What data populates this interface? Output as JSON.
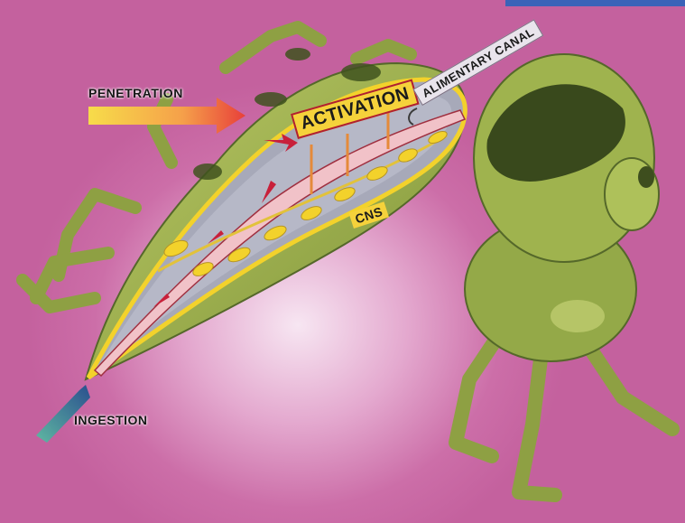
{
  "labels": {
    "penetration": "PENETRATION",
    "activation": "ACTIVATION",
    "alimentary_canal": "ALIMENTARY CANAL",
    "cns": "CNS",
    "ingestion": "INGESTION"
  },
  "colors": {
    "background": "#c9679f",
    "insect_body": "#9bb04a",
    "insect_dark": "#39491c",
    "outline": "#f3d22b",
    "label_box": "#f5d23b",
    "arrow_red": "#c8203a",
    "corner_bar": "#3b63b8"
  }
}
